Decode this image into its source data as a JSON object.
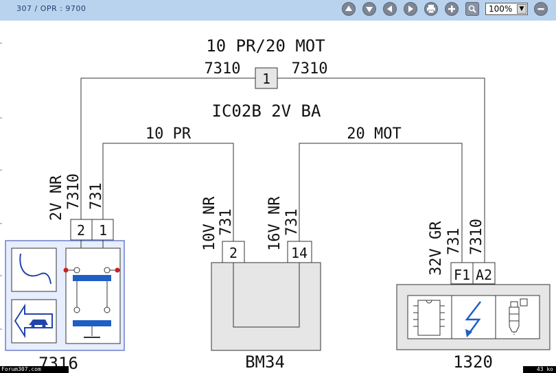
{
  "toolbar": {
    "breadcrumb": "307  /  OPR : 9700",
    "zoom": "100%",
    "icons": [
      "up-arrow-icon",
      "down-arrow-icon",
      "left-arrow-icon",
      "right-arrow-icon",
      "print-icon",
      "plus-icon",
      "magnifier-icon",
      "close-icon"
    ],
    "colors": {
      "background": "#b9d3ee",
      "button": "#7d8695"
    }
  },
  "diagram": {
    "top_title": "10 PR/20 MOT",
    "wire_left": "7310",
    "wire_right": "7310",
    "junction": "1",
    "subtitle": "IC02B 2V BA",
    "branch_left": "10 PR",
    "branch_right": "20 MOT",
    "c7316": {
      "connector_label": "2V NR",
      "wire_a": "7310",
      "wire_b": "731",
      "pin_a": "2",
      "pin_b": "1",
      "name": "7316",
      "icons": [
        "handbrake-icon",
        "vehicle-exit-icon",
        "switch-contact-icon"
      ]
    },
    "bm34": {
      "conn_a_label": "10V NR",
      "conn_a_wire": "731",
      "conn_a_pin": "2",
      "conn_b_label": "16V NR",
      "conn_b_wire": "731",
      "conn_b_pin": "14",
      "name": "BM34"
    },
    "c1320": {
      "connector_label": "32V GR",
      "wire_a": "731",
      "wire_b": "7310",
      "pin_a": "F1",
      "pin_b": "A2",
      "name": "1320",
      "icons": [
        "chip-icon",
        "lightning-icon",
        "injector-icon"
      ]
    },
    "colors": {
      "highlight_fill": "#e6eeff",
      "highlight_border": "#6b7fc9",
      "contact_blue": "#1f5ec4",
      "contact_red": "#cc1f1f",
      "box_fill": "#e6e6e6"
    }
  },
  "footer": {
    "credit": "Forum307.com",
    "size": "43 ko"
  }
}
